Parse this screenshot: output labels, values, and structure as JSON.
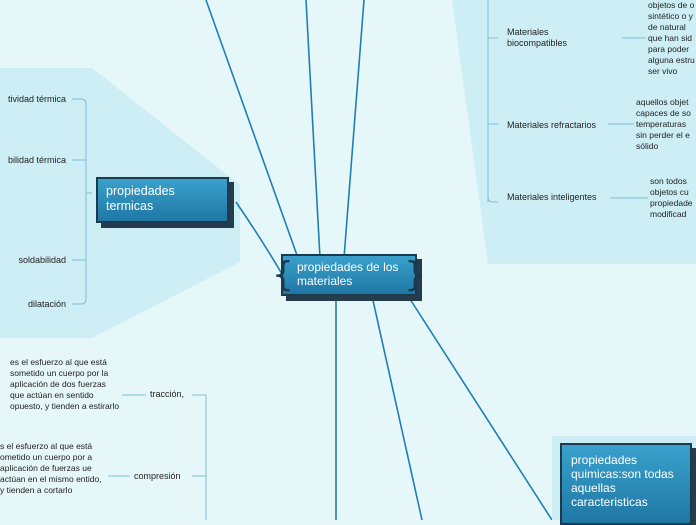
{
  "central": {
    "title": "propiedades de los materiales"
  },
  "termicas": {
    "title": "propiedades termicas",
    "items": [
      {
        "label": "tividad térmica"
      },
      {
        "label": "bilidad térmica"
      },
      {
        "label": "soldabilidad"
      },
      {
        "label": "dilatación"
      }
    ]
  },
  "materiales": {
    "items": [
      {
        "label": "Materiales biocompatibles",
        "desc": "objetos de o sintético o y de natural que han sid para poder alguna estru ser vivo"
      },
      {
        "label": "Materiales refractarios",
        "desc": "aquellos objet capaces de so temperaturas sin perder el e sólido"
      },
      {
        "label": "Materiales inteligentes",
        "desc": "son todos objetos cu propiedade modificad humana"
      }
    ]
  },
  "mecanicas": {
    "items": [
      {
        "label": "tracción,",
        "desc": "es el esfuerzo al que está sometido un cuerpo por la aplicación de dos fuerzas que actúan en sentido opuesto, y tienden a estirarlo"
      },
      {
        "label": "compresión",
        "desc": "s el esfuerzo al que está ometido un cuerpo por a aplicación de fuerzas ue actúan en el mismo entido, y tienden a cortarlo"
      }
    ]
  },
  "quimicas": {
    "title": "propiedades quimicas:son todas aquellas caracteristicas"
  },
  "colors": {
    "background": "#e6f7fa",
    "panel": "#cdeef5",
    "node": "#2a8dbb",
    "node_border": "#1b3a4d",
    "connector": "#1f7fb0",
    "bracket": "#7dbfd9"
  }
}
